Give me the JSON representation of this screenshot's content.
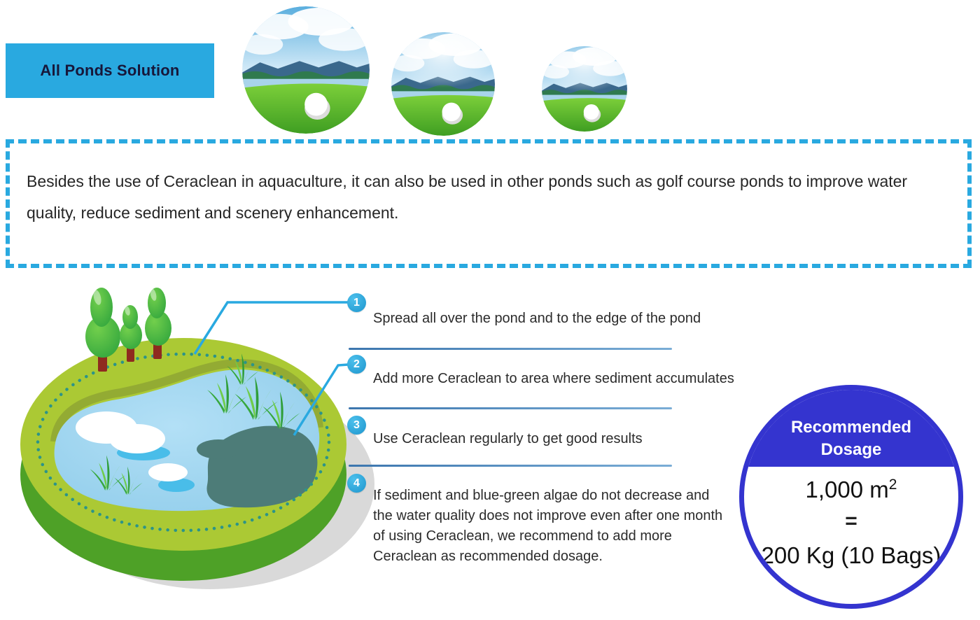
{
  "banner": {
    "label": "All Ponds Solution"
  },
  "intro": {
    "text": "Besides the use of Ceraclean in aquaculture, it can also be used in other ponds such as golf course ponds to improve water quality, reduce sediment and scenery enhancement."
  },
  "steps": [
    {
      "num": "1",
      "text": "Spread all over the pond and to the edge of the pond"
    },
    {
      "num": "2",
      "text": "Add more Ceraclean to area where sediment accumulates"
    },
    {
      "num": "3",
      "text": "Use Ceraclean regularly to get good results"
    },
    {
      "num": "4",
      "text": "If sediment and blue-green algae do not decrease and the water quality does not improve even after one month of using Ceraclean, we recommend to add more Ceraclean as recommended dosage."
    }
  ],
  "dosage": {
    "title_line1": "Recommended",
    "title_line2": "Dosage",
    "area_value": "1,000 m",
    "area_exponent": "2",
    "equals_sign": "=",
    "amount": "200 Kg (10 Bags)"
  },
  "colors": {
    "accent-cyan": "#29a9e0",
    "dosage-blue": "#3434cf",
    "divider-blue": "#4f86bf",
    "banner-text": "#17173a",
    "grass-light": "#abc934",
    "grass-dark": "#4ea127",
    "water-blue": "#a4d9f2",
    "sediment-dark": "#4d7c78"
  }
}
